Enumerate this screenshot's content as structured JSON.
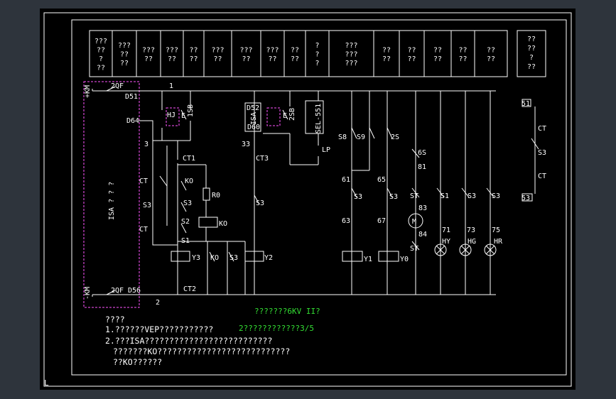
{
  "header_cells": [
    [
      "???",
      "??",
      "?",
      "??"
    ],
    [
      "???",
      "??",
      "??"
    ],
    [
      "???",
      "??"
    ],
    [
      "???",
      "??"
    ],
    [
      "??",
      "??"
    ],
    [
      "???",
      "??"
    ],
    [
      "???",
      "??"
    ],
    [
      "???",
      "??"
    ],
    [
      "??",
      "??"
    ],
    [
      "?",
      "?",
      "?"
    ],
    [
      "???",
      "???",
      "???"
    ],
    [
      "??",
      "??"
    ],
    [
      "??",
      "??"
    ],
    [
      "??",
      "??"
    ],
    [
      "??",
      "??"
    ],
    [
      "??",
      "??"
    ]
  ],
  "right_cell": [
    "??",
    "??",
    "?",
    "??"
  ],
  "labels": {
    "kcm_top": "+KM",
    "kcm_bot": "-KM",
    "f2_top": "2QF",
    "f2_bot": "2QF",
    "d51": "D51",
    "d64": "D64",
    "d56": "D56",
    "n1": "1",
    "n2": "2",
    "n3": "3",
    "n33": "33",
    "isa": "ISA ? ? ?",
    "hj": "HJ",
    "e1": "E",
    "e2": "E",
    "sb1": "1SB",
    "sb2": "2SB",
    "d52": "D52",
    "d60": "D60",
    "isa2": "ISA",
    "sel": "SEL-551",
    "relay_box": "?",
    "lp": "LP",
    "ct": "CT",
    "s3": "S3",
    "ct1": "CT1",
    "ct2": "CT2",
    "ct3": "CT3",
    "ko": "KO",
    "r0": "R0",
    "s2": "S2",
    "s1": "S1",
    "y3": "Y3",
    "y2": "Y2",
    "y1": "Y1",
    "y0": "Y0",
    "s8": "S8",
    "s9": "S9",
    "s2b": "2S",
    "s6": "6S",
    "n61": "61",
    "n63": "63",
    "n65": "65",
    "n67": "67",
    "n81": "81",
    "n83": "83",
    "n84": "84",
    "n71": "71",
    "n73": "73",
    "n75": "75",
    "motor": "M",
    "st": "ST",
    "hy": "HY",
    "hg": "HG",
    "hr": "HR",
    "r51": "51",
    "r53": "53"
  },
  "green_notes": [
    "???????6KV II?",
    "2????????????3/5"
  ],
  "notes": [
    "????",
    "1.??????VEP???????????",
    "2.???ISA??????????????????????????",
    "???????KO???????????????????????????",
    "??KO??????"
  ],
  "ucs_mark": "L"
}
